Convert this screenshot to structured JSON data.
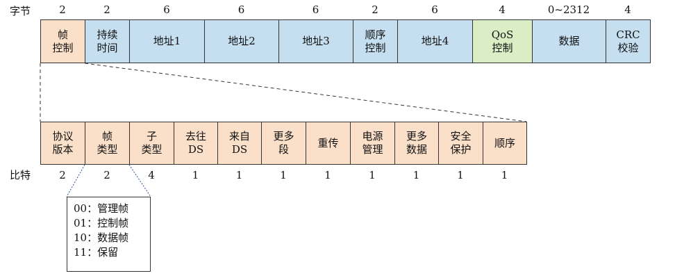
{
  "header_row": {
    "unit_label": "字节",
    "fields": [
      {
        "label": "帧\n控制",
        "size": "2",
        "color": "peach"
      },
      {
        "label": "持续\n时间",
        "size": "2",
        "color": "blue"
      },
      {
        "label": "地址1",
        "size": "6",
        "color": "blue"
      },
      {
        "label": "地址2",
        "size": "6",
        "color": "blue"
      },
      {
        "label": "地址3",
        "size": "6",
        "color": "blue"
      },
      {
        "label": "顺序\n控制",
        "size": "2",
        "color": "blue"
      },
      {
        "label": "地址4",
        "size": "6",
        "color": "blue"
      },
      {
        "label": "QoS\n控制",
        "size": "4",
        "color": "green"
      },
      {
        "label": "数据",
        "size": "0~2312",
        "color": "blue"
      },
      {
        "label": "CRC\n校验",
        "size": "4",
        "color": "blue"
      }
    ]
  },
  "frame_control_row": {
    "unit_label": "比特",
    "fields": [
      {
        "label": "协议\n版本",
        "size": "2"
      },
      {
        "label": "帧\n类型",
        "size": "2"
      },
      {
        "label": "子\n类型",
        "size": "4"
      },
      {
        "label": "去往\nDS",
        "size": "1"
      },
      {
        "label": "来自\nDS",
        "size": "1"
      },
      {
        "label": "更多\n段",
        "size": "1"
      },
      {
        "label": "重传",
        "size": "1"
      },
      {
        "label": "电源\n管理",
        "size": "1"
      },
      {
        "label": "更多\n数据",
        "size": "1"
      },
      {
        "label": "安全\n保护",
        "size": "1"
      },
      {
        "label": "顺序",
        "size": "1"
      }
    ]
  },
  "frame_type_legend": [
    "00：管理帧",
    "01：控制帧",
    "10：数据帧",
    "11：保留"
  ],
  "colors": {
    "peach": "#fbe0c9",
    "blue": "#c5dff0",
    "green": "#d9eec4",
    "line": "#333333"
  }
}
